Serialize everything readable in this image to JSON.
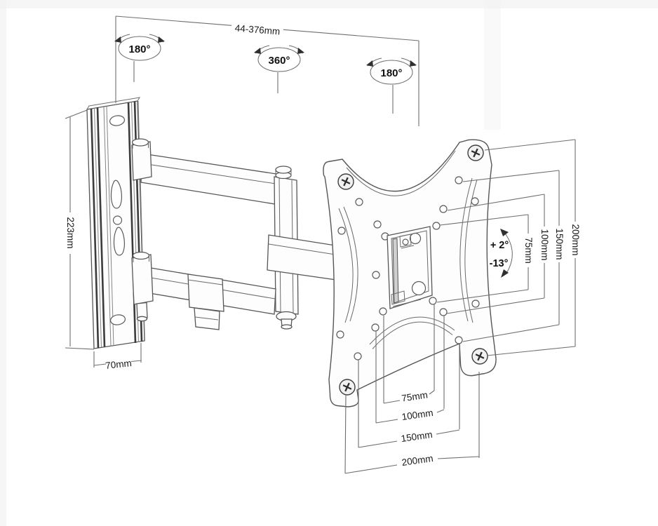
{
  "colors": {
    "line": "#5d5d5d",
    "dark_line": "#3c3c3c",
    "text": "#1a1a1a",
    "background": "#ffffff"
  },
  "rotation_indicators": {
    "left": "180°",
    "center": "360°",
    "right": "180°"
  },
  "dimensions": {
    "arm_extension": "44-376mm",
    "wall_plate_height": "223mm",
    "wall_plate_width": "70mm",
    "tilt_up": "+ 2°",
    "tilt_down": "-13°",
    "vesa_vertical": [
      "75mm",
      "100mm",
      "150mm",
      "200mm"
    ],
    "vesa_horizontal": [
      "75mm",
      "100mm",
      "150mm",
      "200mm"
    ]
  }
}
